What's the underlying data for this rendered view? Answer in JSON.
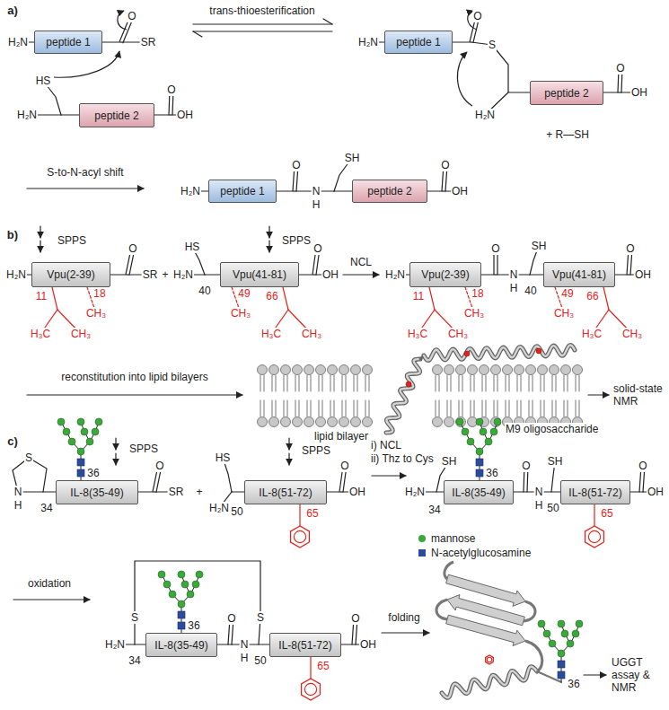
{
  "diagram": {
    "nodes": [
      {
        "text": [
          "peptide 1"
        ]
      },
      {
        "text": [
          "peptide 2"
        ]
      },
      {
        "text": [
          "peptide 1"
        ]
      },
      {
        "text": [
          "peptide 2"
        ]
      },
      {
        "text": [
          "peptide 1"
        ]
      },
      {
        "text": [
          "peptide 2"
        ]
      },
      {
        "text": [
          "Vpu(2-39)"
        ]
      },
      {
        "text": [
          "Vpu(41-81)"
        ]
      },
      {
        "text": [
          "Vpu(2-39)"
        ]
      },
      {
        "text": [
          "Vpu(41-81)"
        ]
      },
      {
        "text": [
          "IL-8(35-49)"
        ]
      },
      {
        "text": [
          "IL-8(51-72)"
        ]
      },
      {
        "text": [
          "IL-8(35-49)"
        ]
      },
      {
        "text": [
          "IL-8(51-72)"
        ]
      },
      {
        "text": [
          "IL-8(35-49)"
        ]
      },
      {
        "text": [
          "IL-8(51-72)"
        ]
      }
    ],
    "labels": [
      "a)",
      "H₂N",
      "O",
      "SR",
      "HS",
      "H₂N",
      "O",
      "OH",
      "trans-thioesterification",
      "H₂N",
      "O",
      "S",
      "H₂N",
      "O",
      "OH",
      "+ R—SH",
      "S-to-N-acyl shift",
      "H₂N",
      "O",
      "N",
      "H",
      "SH",
      "O",
      "OH",
      "b)",
      "SPPS",
      "H₂N",
      "O",
      "SR",
      "11",
      "H₃C",
      "CH₃",
      "18",
      "CH₃",
      "+",
      "HS",
      "H₂N",
      "40",
      "SPPS",
      "O",
      "OH",
      "49",
      "CH₃",
      "66",
      "H₃C",
      "CH₃",
      "NCL",
      "H₂N",
      "O",
      "N",
      "H",
      "SH",
      "40",
      "O",
      "OH",
      "11",
      "H₃C",
      "CH₃",
      "18",
      "CH₃",
      "49",
      "CH₃",
      "66",
      "H₃C",
      "CH₃",
      "reconstitution into lipid bilayers",
      "lipid bilayer",
      "solid-state NMR",
      "c)",
      "S",
      "N",
      "H",
      "34",
      "SPPS",
      "36",
      "O",
      "SR",
      "+",
      "HS",
      "H₂N",
      "50",
      "SPPS",
      "O",
      "OH",
      "65",
      "i) NCL",
      "ii) Thz to Cys",
      "SH",
      "H₂N",
      "34",
      "36",
      "M9 oligosaccharide",
      "O",
      "N",
      "H",
      "SH",
      "50",
      "O",
      "OH",
      "65",
      "oxidation",
      "S",
      "H₂N",
      "34",
      "36",
      "O",
      "N",
      "H",
      "S",
      "50",
      "O",
      "OH",
      "65",
      "folding",
      "36",
      "UGGT assay & NMR"
    ],
    "legend": [
      {
        "text": "mannose",
        "color": "#3aa83a"
      },
      {
        "text": "N-acetylglucosamine",
        "color": "#2b4c9b"
      }
    ]
  }
}
